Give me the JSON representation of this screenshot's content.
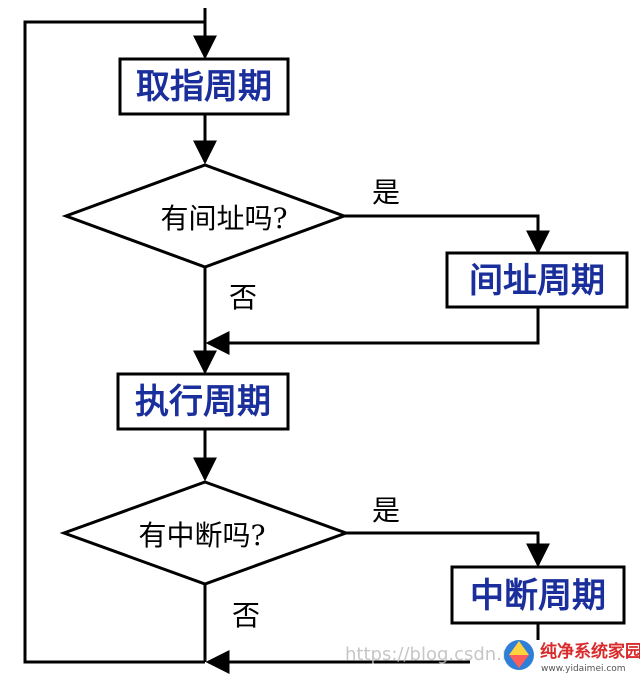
{
  "diagram": {
    "boxes": {
      "fetch": "取指周期",
      "indirect": "间址周期",
      "execute": "执行周期",
      "interrupt": "中断周期"
    },
    "decisions": {
      "has_indirect": "有间址吗?",
      "has_interrupt": "有中断吗?"
    },
    "labels": {
      "yes_indirect": "是",
      "no_indirect": "否",
      "yes_interrupt": "是",
      "no_interrupt": "否"
    }
  },
  "watermark": {
    "text": "https://blog.csdn.net"
  },
  "logo": {
    "title": "纯净系统家园",
    "url": "www.yidaimei.com"
  },
  "colors": {
    "box_text": "#1a2f9c",
    "lines": "#000000",
    "logo_text": "#d92b2b"
  }
}
